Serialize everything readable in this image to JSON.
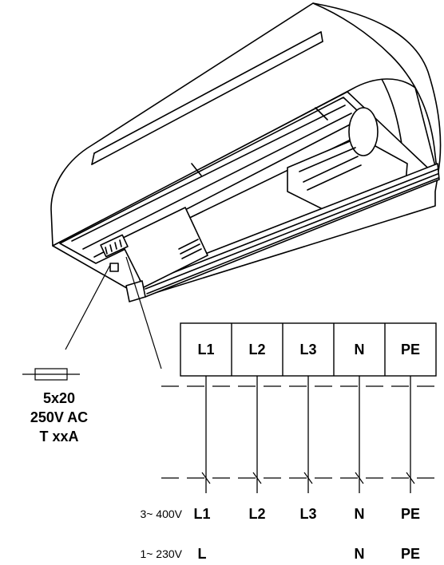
{
  "fuse": {
    "size": "5x20",
    "rating": "250V AC",
    "type": "T xxA"
  },
  "terminal_block": {
    "terminals": [
      "L1",
      "L2",
      "L3",
      "N",
      "PE"
    ]
  },
  "connections": [
    {
      "voltage": "3~ 400V",
      "labels": [
        "L1",
        "L2",
        "L3",
        "N",
        "PE"
      ]
    },
    {
      "voltage": "1~ 230V",
      "labels": [
        "L",
        "",
        "",
        "N",
        "PE"
      ]
    }
  ],
  "colors": {
    "line": "#000000",
    "background": "#ffffff"
  }
}
